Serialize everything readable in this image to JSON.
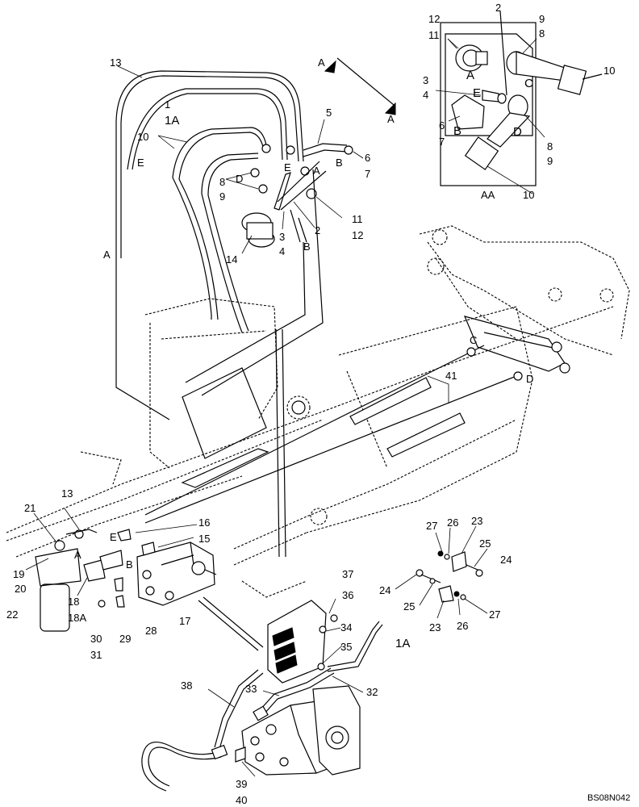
{
  "diagram": {
    "reference_code": "BS08N042",
    "inset": {
      "title": "AA",
      "labels": [
        {
          "id": "i12",
          "text": "12"
        },
        {
          "id": "i11",
          "text": "11"
        },
        {
          "id": "i2",
          "text": "2"
        },
        {
          "id": "i9a",
          "text": "9"
        },
        {
          "id": "i8a",
          "text": "8"
        },
        {
          "id": "i10a",
          "text": "10"
        },
        {
          "id": "iA",
          "text": "A"
        },
        {
          "id": "iC",
          "text": "C"
        },
        {
          "id": "i3",
          "text": "3"
        },
        {
          "id": "i4",
          "text": "4"
        },
        {
          "id": "iE",
          "text": "E"
        },
        {
          "id": "i6",
          "text": "6"
        },
        {
          "id": "i7",
          "text": "7"
        },
        {
          "id": "iB",
          "text": "B"
        },
        {
          "id": "iD",
          "text": "D"
        },
        {
          "id": "i8b",
          "text": "8"
        },
        {
          "id": "i9b",
          "text": "9"
        },
        {
          "id": "i10b",
          "text": "10"
        }
      ]
    },
    "section_marker": {
      "upper": "A",
      "lower": "A"
    },
    "labels": [
      {
        "id": "p13a",
        "text": "13"
      },
      {
        "id": "p1",
        "text": "1"
      },
      {
        "id": "p1A",
        "text": "1A"
      },
      {
        "id": "p10",
        "text": "10"
      },
      {
        "id": "pE1",
        "text": "E"
      },
      {
        "id": "p5",
        "text": "5"
      },
      {
        "id": "p6",
        "text": "6"
      },
      {
        "id": "p7",
        "text": "7"
      },
      {
        "id": "pB1",
        "text": "B"
      },
      {
        "id": "p8",
        "text": "8"
      },
      {
        "id": "pD",
        "text": "D"
      },
      {
        "id": "p9",
        "text": "9"
      },
      {
        "id": "pE2",
        "text": "E"
      },
      {
        "id": "pA1",
        "text": "A"
      },
      {
        "id": "p11",
        "text": "11"
      },
      {
        "id": "p12",
        "text": "12"
      },
      {
        "id": "p2",
        "text": "2"
      },
      {
        "id": "p3",
        "text": "3"
      },
      {
        "id": "p4",
        "text": "4"
      },
      {
        "id": "pB2",
        "text": "B"
      },
      {
        "id": "p14",
        "text": "14"
      },
      {
        "id": "pA2",
        "text": "A"
      },
      {
        "id": "pC",
        "text": "C"
      },
      {
        "id": "pD2",
        "text": "D"
      },
      {
        "id": "p41",
        "text": "41"
      },
      {
        "id": "p13b",
        "text": "13"
      },
      {
        "id": "p21",
        "text": "21"
      },
      {
        "id": "pE3",
        "text": "E"
      },
      {
        "id": "p16",
        "text": "16"
      },
      {
        "id": "p15",
        "text": "15"
      },
      {
        "id": "pA3",
        "text": "A"
      },
      {
        "id": "pB3",
        "text": "B"
      },
      {
        "id": "p19",
        "text": "19"
      },
      {
        "id": "p20",
        "text": "20"
      },
      {
        "id": "p22",
        "text": "22"
      },
      {
        "id": "p18",
        "text": "18"
      },
      {
        "id": "p18A",
        "text": "18A"
      },
      {
        "id": "p30",
        "text": "30"
      },
      {
        "id": "p31",
        "text": "31"
      },
      {
        "id": "p29",
        "text": "29"
      },
      {
        "id": "p28",
        "text": "28"
      },
      {
        "id": "p17",
        "text": "17"
      },
      {
        "id": "p27a",
        "text": "27"
      },
      {
        "id": "p26a",
        "text": "26"
      },
      {
        "id": "p23a",
        "text": "23"
      },
      {
        "id": "p25a",
        "text": "25"
      },
      {
        "id": "p24a",
        "text": "24"
      },
      {
        "id": "p24b",
        "text": "24"
      },
      {
        "id": "p25b",
        "text": "25"
      },
      {
        "id": "p23b",
        "text": "23"
      },
      {
        "id": "p26b",
        "text": "26"
      },
      {
        "id": "p27b",
        "text": "27"
      },
      {
        "id": "p37",
        "text": "37"
      },
      {
        "id": "p36",
        "text": "36"
      },
      {
        "id": "p34",
        "text": "34"
      },
      {
        "id": "p35",
        "text": "35"
      },
      {
        "id": "p1Ab",
        "text": "1A"
      },
      {
        "id": "p38",
        "text": "38"
      },
      {
        "id": "p33",
        "text": "33"
      },
      {
        "id": "p32",
        "text": "32"
      },
      {
        "id": "p39",
        "text": "39"
      },
      {
        "id": "p40",
        "text": "40"
      }
    ]
  }
}
